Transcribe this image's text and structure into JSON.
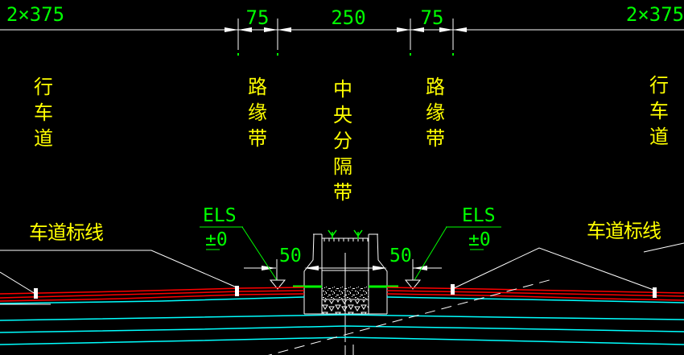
{
  "drawing": {
    "title_hint": "road median cross-section CAD view",
    "top_dimensions": {
      "left_span": "2×375",
      "curb_left": "75",
      "median": "250",
      "curb_right": "75",
      "right_span": "2×375"
    },
    "zone_labels": {
      "lane_left": "行车道",
      "curb_left": "路缘带",
      "median": "中央分隔带",
      "curb_right": "路缘带",
      "lane_right": "行车道"
    },
    "annotations": {
      "lane_marking_left": "车道标线",
      "lane_marking_right": "车道标线",
      "els_left_label": "ELS",
      "els_left_value": "±0",
      "els_right_label": "ELS",
      "els_right_value": "±0",
      "offset_left": "50",
      "offset_right": "50"
    },
    "colors": {
      "background": "#000000",
      "dimension_text": "#00ff00",
      "zone_text": "#ffff00",
      "structure_line": "#ffffff",
      "pavement_line": "#ff0000",
      "subgrade_line": "#00ffff",
      "edge_marking": "#00ff00"
    }
  }
}
